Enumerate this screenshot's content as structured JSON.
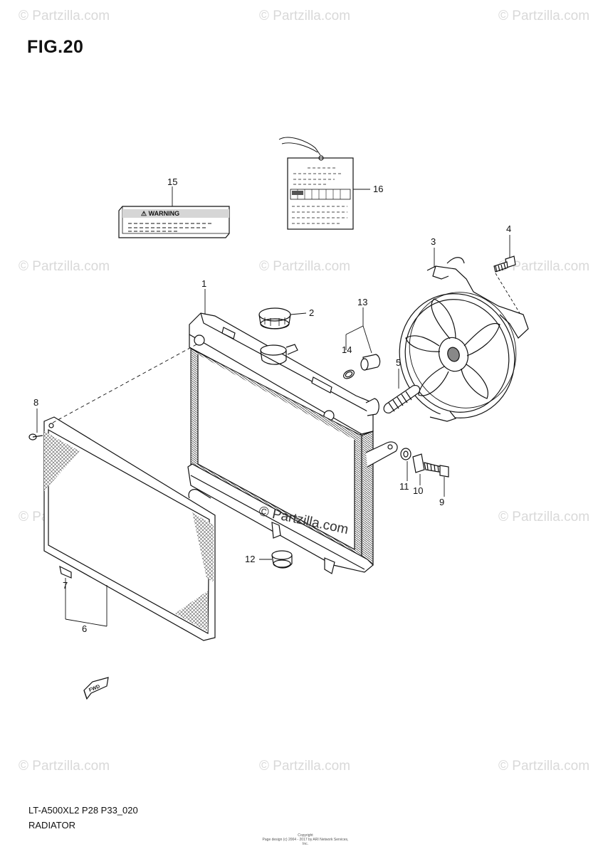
{
  "figure": {
    "title": "FIG.20"
  },
  "watermark": {
    "text": "© Partzilla.com"
  },
  "center_watermark": {
    "text": "© Partzilla.com"
  },
  "callouts": [
    "1",
    "2",
    "3",
    "4",
    "5",
    "6",
    "7",
    "8",
    "9",
    "10",
    "11",
    "12",
    "13",
    "14",
    "15",
    "16"
  ],
  "labels": {
    "warning": "⚠ WARNING",
    "fwd": "FWD"
  },
  "footer": {
    "model_code": "LT-A500XL2 P28 P33_020",
    "diagram_name": "RADIATOR",
    "copyright_line1": "Copyright",
    "copyright_line2": "Page design (c) 2004 - 2017 by ARI Network Services, Inc."
  }
}
